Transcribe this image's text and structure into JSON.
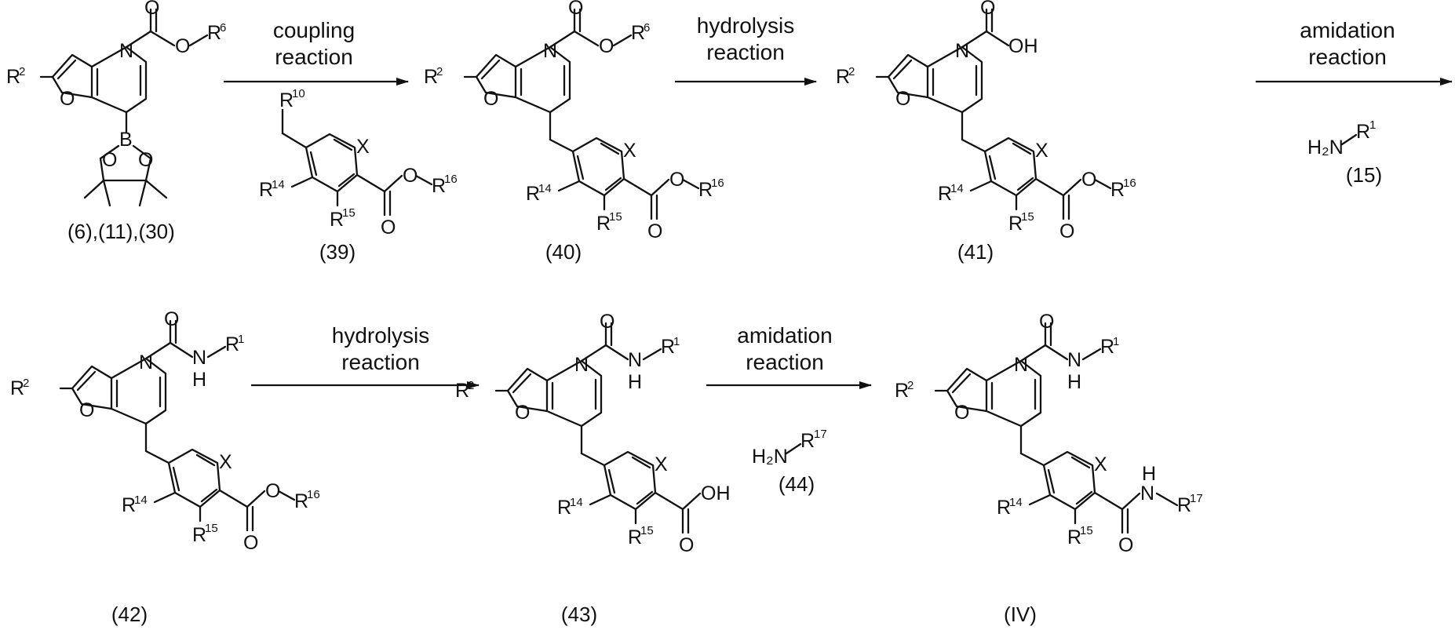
{
  "labels": {
    "atom_N": "N",
    "atom_O": "O",
    "atom_B": "B",
    "atom_X": "X",
    "atom_R": "R",
    "atom_H": "H",
    "atom_OH": "OH",
    "atom_H2N": "H₂N",
    "sup_1": "1",
    "sup_2": "2",
    "sup_6": "6",
    "sup_10": "10",
    "sup_14": "14",
    "sup_15": "15",
    "sup_16": "16",
    "sup_17": "17"
  },
  "compounds": {
    "c6": "(6),(11),(30)",
    "c39": "(39)",
    "c40": "(40)",
    "c41": "(41)",
    "c42": "(42)",
    "c43": "(43)",
    "civ": "(IV)",
    "c15": "(15)",
    "c44": "(44)"
  },
  "steps": [
    {
      "line1": "coupling",
      "line2": "reaction"
    },
    {
      "line1": "hydrolysis",
      "line2": "reaction"
    },
    {
      "line1": "amidation",
      "line2": "reaction"
    },
    {
      "line1": "hydrolysis",
      "line2": "reaction"
    },
    {
      "line1": "amidation",
      "line2": "reaction"
    }
  ]
}
